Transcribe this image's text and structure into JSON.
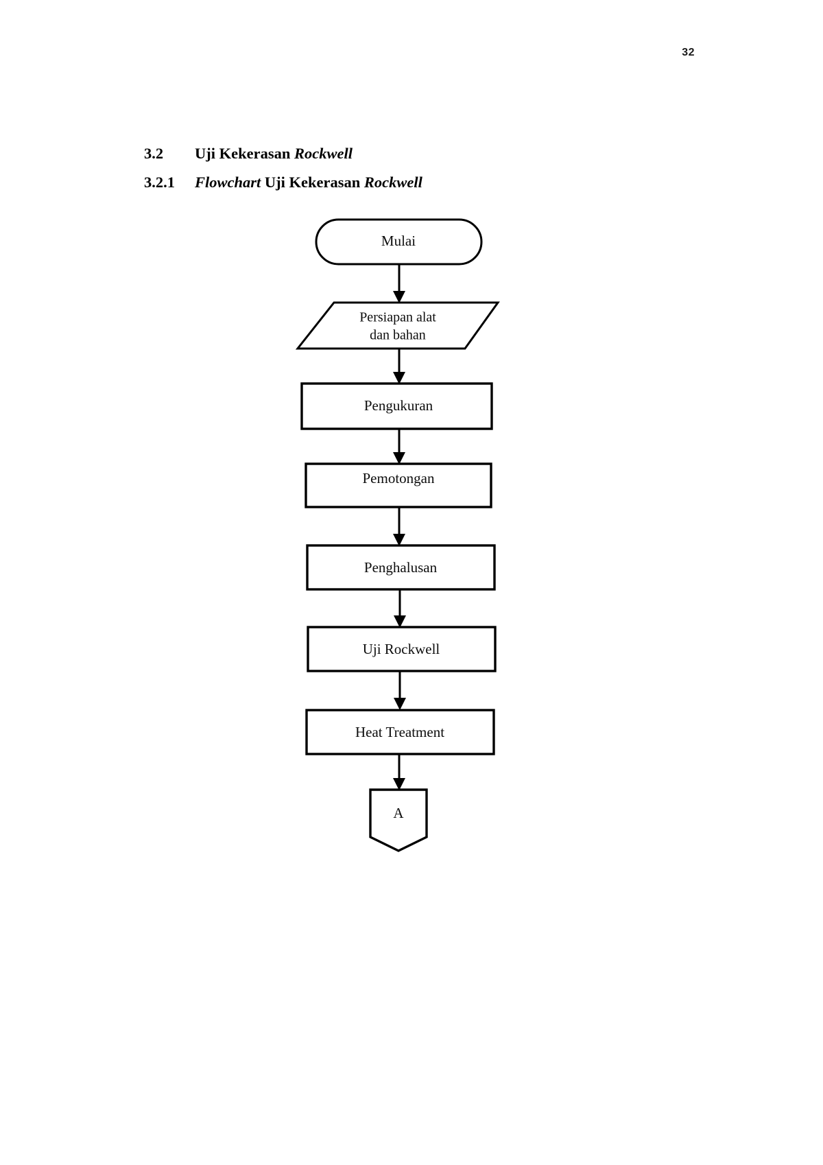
{
  "page": {
    "number": "32",
    "background_color": "#ffffff",
    "text_color": "#000000"
  },
  "headings": [
    {
      "number": "3.2",
      "parts": [
        {
          "text": "Uji Kekerasan ",
          "style": "regular"
        },
        {
          "text": "Rockwell",
          "style": "italic"
        }
      ],
      "plain": "Uji Kekerasan Rockwell"
    },
    {
      "number": "3.2.1",
      "parts": [
        {
          "text": "Flowchart",
          "style": "italic"
        },
        {
          "text": " Uji Kekerasan ",
          "style": "regular"
        },
        {
          "text": "Rockwell",
          "style": "italic"
        }
      ],
      "plain": "Flowchart Uji Kekerasan Rockwell"
    }
  ],
  "flowchart": {
    "title": "Flowchart Uji Kekerasan Rockwell",
    "stroke_color": "#000000",
    "fill_color": "#ffffff",
    "direction": "top-to-bottom",
    "nodes": [
      {
        "id": "start",
        "shape": "terminator",
        "label": "Mulai"
      },
      {
        "id": "persiapan",
        "shape": "parallelogram",
        "label": "Persiapan alat dan bahan",
        "line1": "Persiapan alat",
        "line2": "dan bahan"
      },
      {
        "id": "pengukuran",
        "shape": "process",
        "label": "Pengukuran"
      },
      {
        "id": "pemotongan",
        "shape": "process",
        "label": "Pemotongan"
      },
      {
        "id": "penghalusan",
        "shape": "process",
        "label": "Penghalusan"
      },
      {
        "id": "uji-rockwell",
        "shape": "process",
        "label": "Uji Rockwell"
      },
      {
        "id": "heat-treatment",
        "shape": "process",
        "label": "Heat Treatment"
      },
      {
        "id": "connector-a",
        "shape": "off-page-connector",
        "label": "A"
      }
    ],
    "edges": [
      {
        "from": "start",
        "to": "persiapan"
      },
      {
        "from": "persiapan",
        "to": "pengukuran"
      },
      {
        "from": "pengukuran",
        "to": "pemotongan"
      },
      {
        "from": "pemotongan",
        "to": "penghalusan"
      },
      {
        "from": "penghalusan",
        "to": "uji-rockwell"
      },
      {
        "from": "uji-rockwell",
        "to": "heat-treatment"
      },
      {
        "from": "heat-treatment",
        "to": "connector-a"
      }
    ]
  }
}
